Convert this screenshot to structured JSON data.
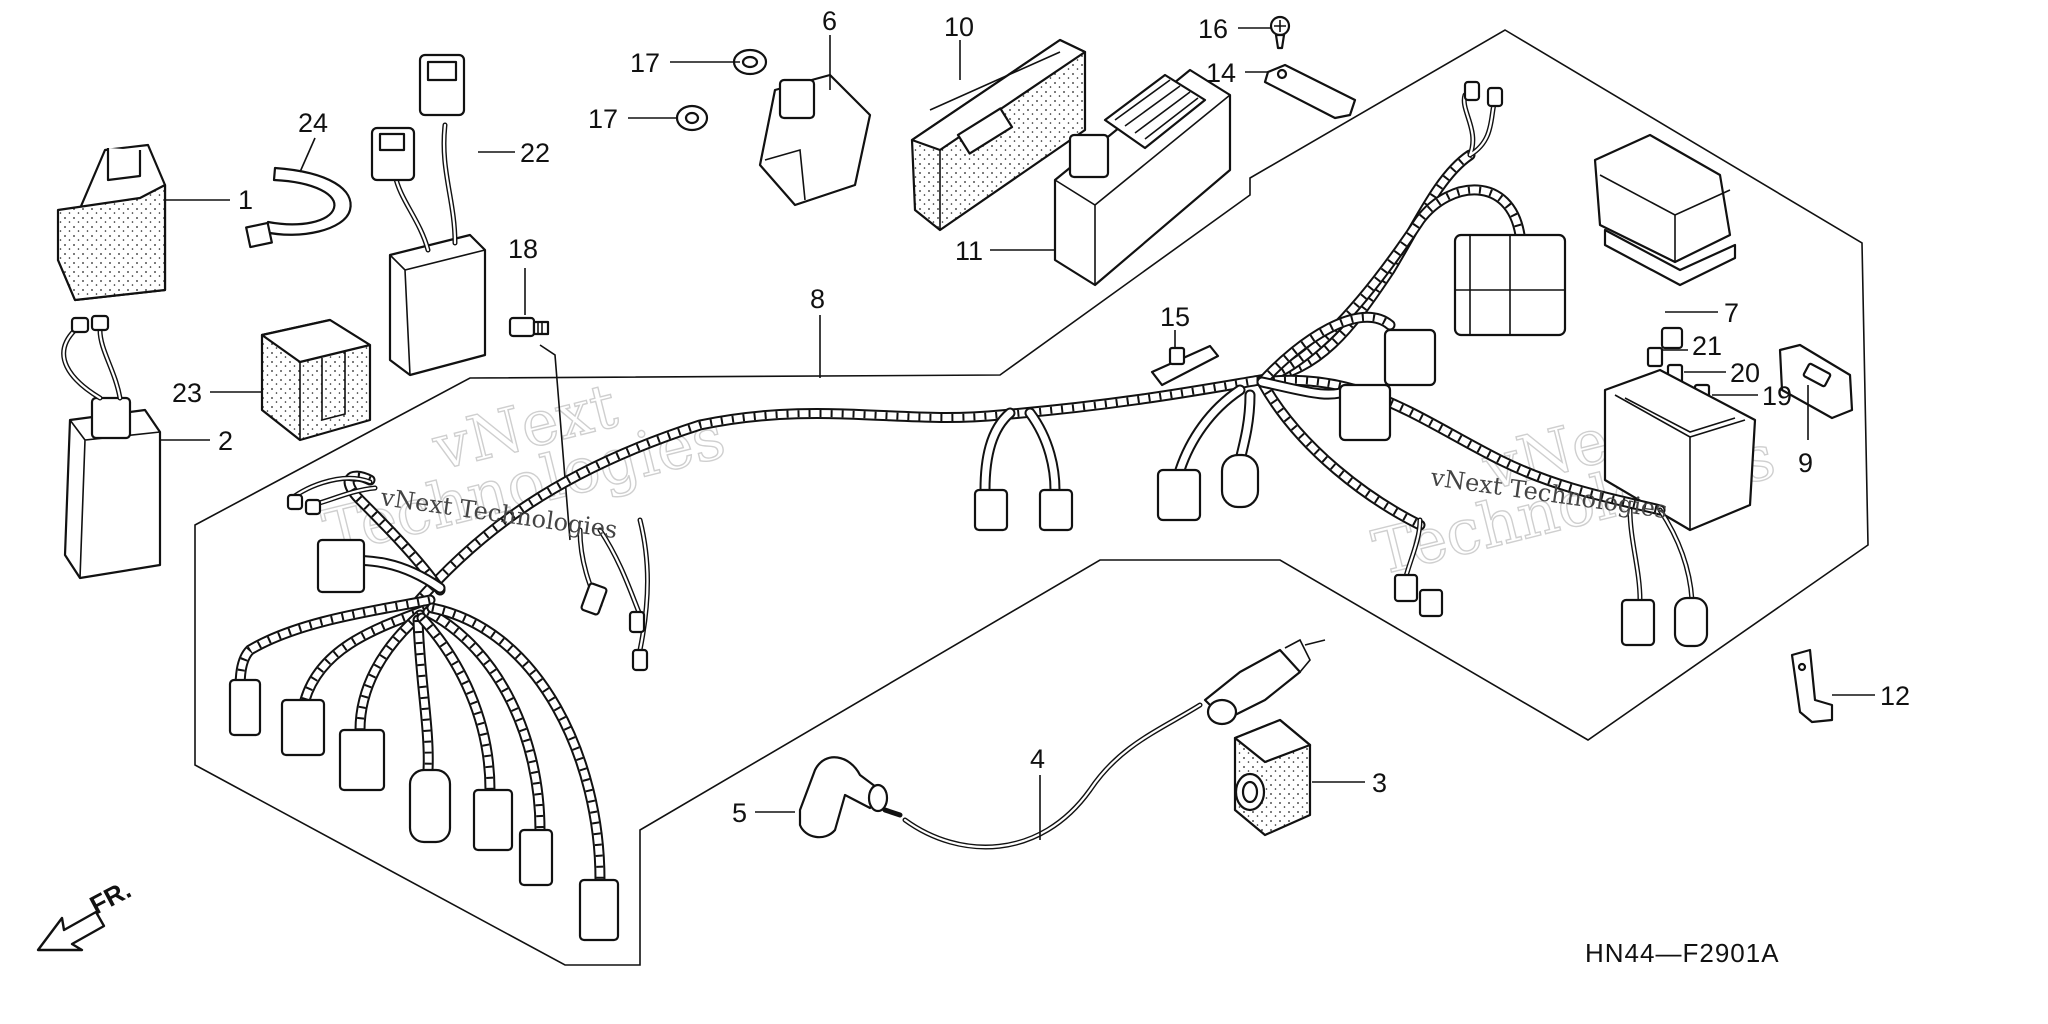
{
  "diagram": {
    "callouts": [
      {
        "id": "c1",
        "label": "1"
      },
      {
        "id": "c2",
        "label": "2"
      },
      {
        "id": "c3",
        "label": "3"
      },
      {
        "id": "c4",
        "label": "4"
      },
      {
        "id": "c5",
        "label": "5"
      },
      {
        "id": "c6",
        "label": "6"
      },
      {
        "id": "c7",
        "label": "7"
      },
      {
        "id": "c8",
        "label": "8"
      },
      {
        "id": "c9",
        "label": "9"
      },
      {
        "id": "c10",
        "label": "10"
      },
      {
        "id": "c11",
        "label": "11"
      },
      {
        "id": "c12",
        "label": "12"
      },
      {
        "id": "c14",
        "label": "14"
      },
      {
        "id": "c15",
        "label": "15"
      },
      {
        "id": "c16",
        "label": "16"
      },
      {
        "id": "c17a",
        "label": "17"
      },
      {
        "id": "c17b",
        "label": "17"
      },
      {
        "id": "c18",
        "label": "18"
      },
      {
        "id": "c19",
        "label": "19"
      },
      {
        "id": "c20",
        "label": "20"
      },
      {
        "id": "c21",
        "label": "21"
      },
      {
        "id": "c22",
        "label": "22"
      },
      {
        "id": "c23",
        "label": "23"
      },
      {
        "id": "c24",
        "label": "24"
      }
    ],
    "diagram_code": "HN44—F2901A",
    "front_marker": "FR.",
    "watermarks": [
      {
        "id": "wm1",
        "line1": "vNext",
        "line2": "Technologies"
      },
      {
        "id": "wm2",
        "line1": "vNext",
        "line2": "Technologies"
      }
    ],
    "watermark_small": [
      {
        "id": "ws1",
        "text": "vNext Technologies"
      },
      {
        "id": "ws2",
        "text": "vNext Technologies"
      }
    ]
  }
}
